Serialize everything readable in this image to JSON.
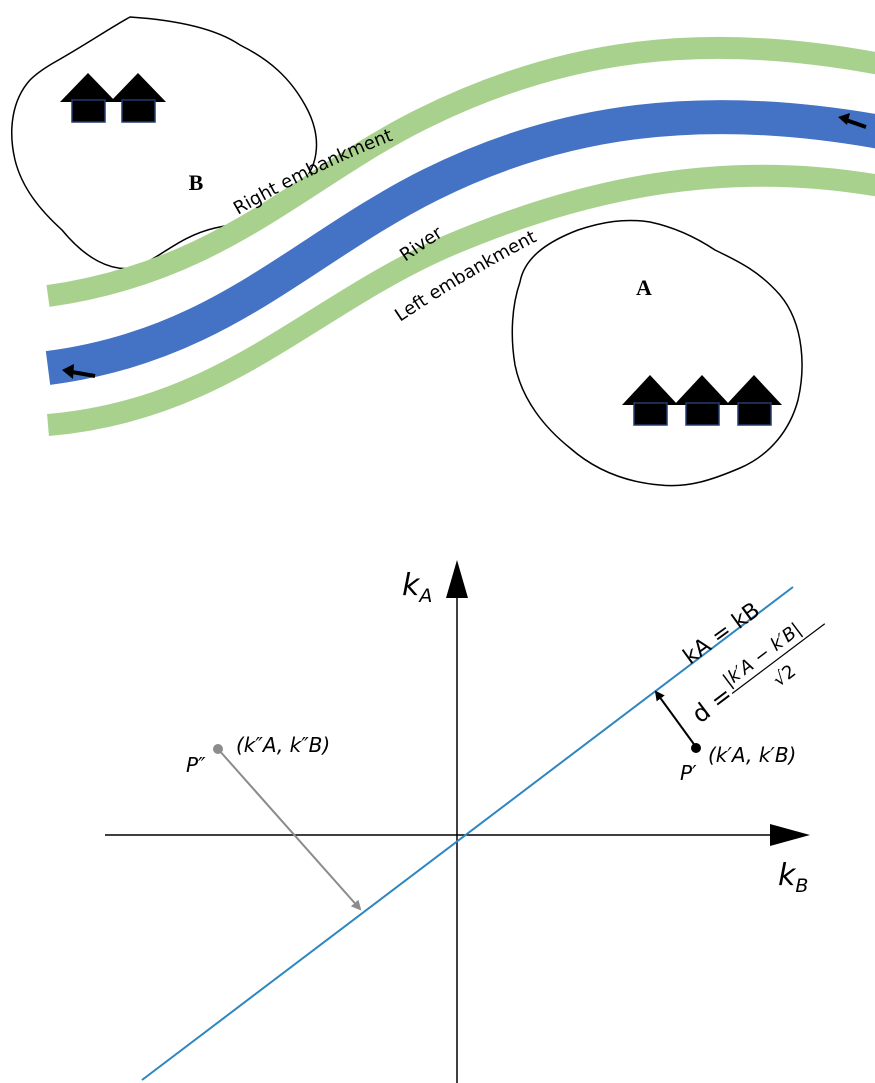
{
  "map": {
    "area_a_label": "A",
    "area_b_label": "B",
    "river_label": "River",
    "right_embankment_label": "Right embankment",
    "left_embankment_label": "Left embankment",
    "area_a_house_count": 3,
    "area_b_house_count": 2,
    "flow_direction": "right-to-left",
    "colors": {
      "river": "#4472C4",
      "embankment": "#A9D18E",
      "house": "#000000",
      "outline": "#000000"
    },
    "icons": [
      "house-icon",
      "flow-arrow-icon"
    ]
  },
  "graph": {
    "y_axis_label": "k",
    "y_axis_subscript": "A",
    "x_axis_label": "k",
    "x_axis_subscript": "B",
    "line_label": "kA = kB",
    "distance_formula": {
      "lhs": "d =",
      "numerator": "|k′A − k′B|",
      "denominator": "√2"
    },
    "point_p1": {
      "name": "P′",
      "coords": "(k′A, k′B)"
    },
    "point_p2": {
      "name": "P″",
      "coords": "(k″A, k″B)"
    },
    "colors": {
      "diagonal": "#2E86C1",
      "axes": "#000000",
      "p1": "#000000",
      "p2": "#8C8C8C"
    }
  }
}
